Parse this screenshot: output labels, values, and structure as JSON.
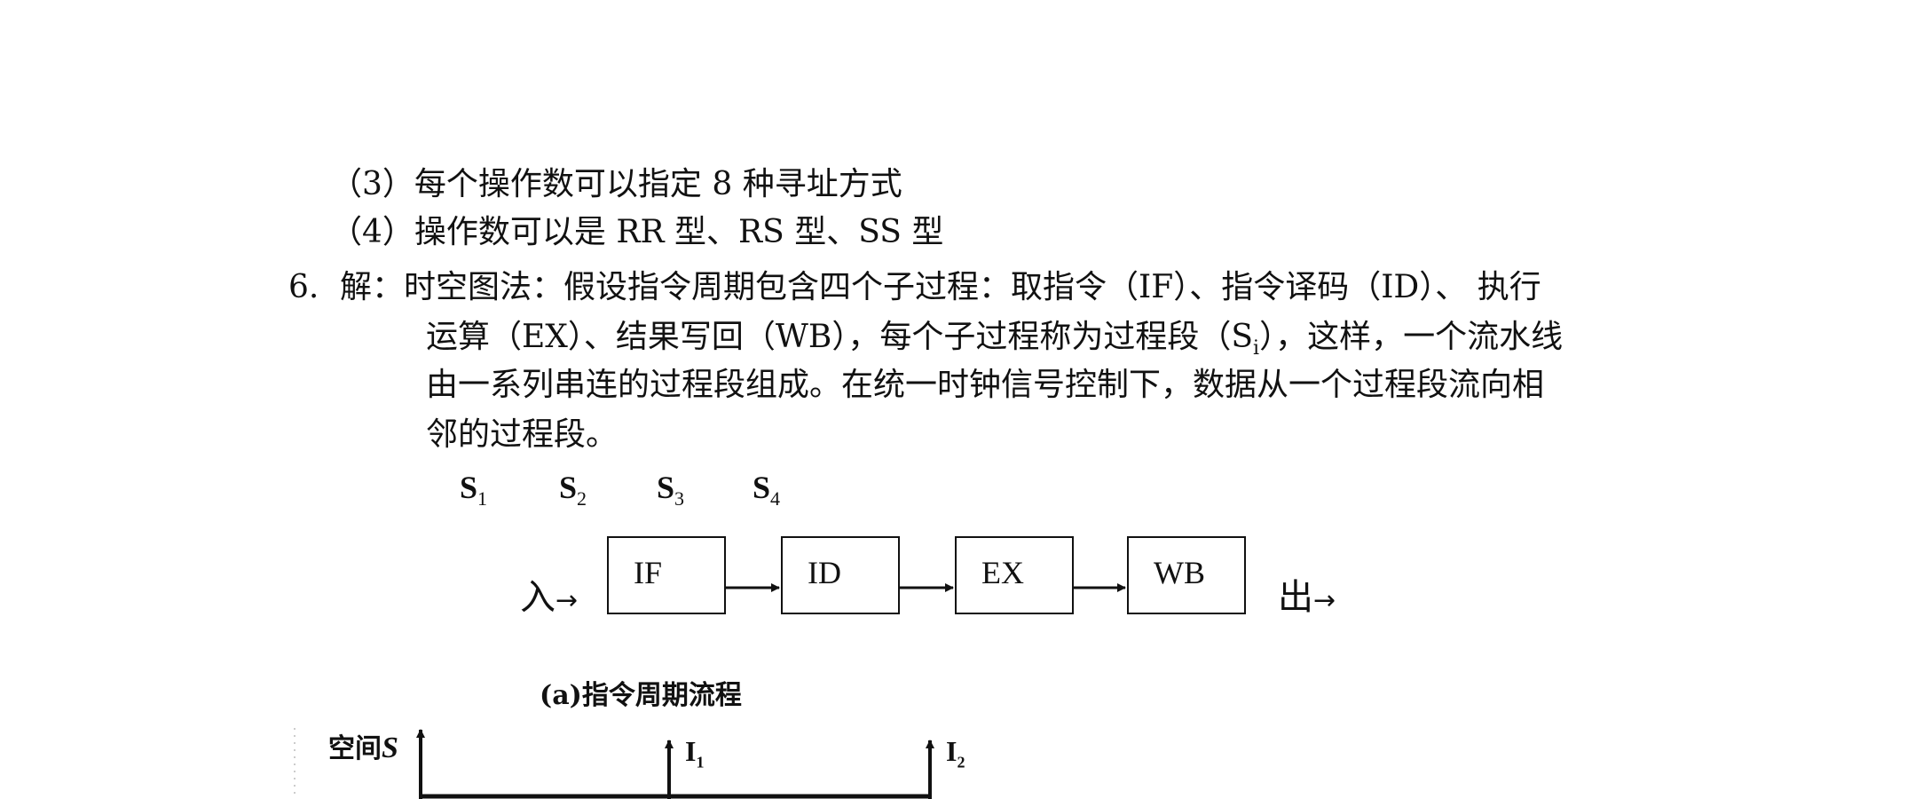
{
  "text": {
    "item3": "（3）每个操作数可以指定 8 种寻址方式",
    "item4": "（4）操作数可以是 RR 型、RS 型、SS 型",
    "q6_num": "6.",
    "q6_line1": "解：时空图法：假设指令周期包含四个子过程：取指令（IF）、指令译码（ID）、 执行",
    "q6_line2_a": "运算（EX）、结果写回（WB），每个子过程称为过程段（S",
    "q6_line2_sub": "i",
    "q6_line2_b": "），这样，一个流水线",
    "q6_line3": "由一系列串连的过程段组成。在统一时钟信号控制下，数据从一个过程段流向相",
    "q6_line4": "邻的过程段。"
  },
  "diagram": {
    "stages": [
      {
        "label": "S",
        "sub": "1"
      },
      {
        "label": "S",
        "sub": "2"
      },
      {
        "label": "S",
        "sub": "3"
      },
      {
        "label": "S",
        "sub": "4"
      }
    ],
    "boxes": [
      "IF",
      "ID",
      "EX",
      "WB"
    ],
    "input_label": "入",
    "output_label": "出",
    "arrow_glyph": "→",
    "caption": "(a)指令周期流程"
  },
  "chart2": {
    "axis_label": "空间",
    "axis_var": "S",
    "instr1": {
      "label": "I",
      "sub": "1"
    },
    "instr2": {
      "label": "I",
      "sub": "2"
    }
  }
}
